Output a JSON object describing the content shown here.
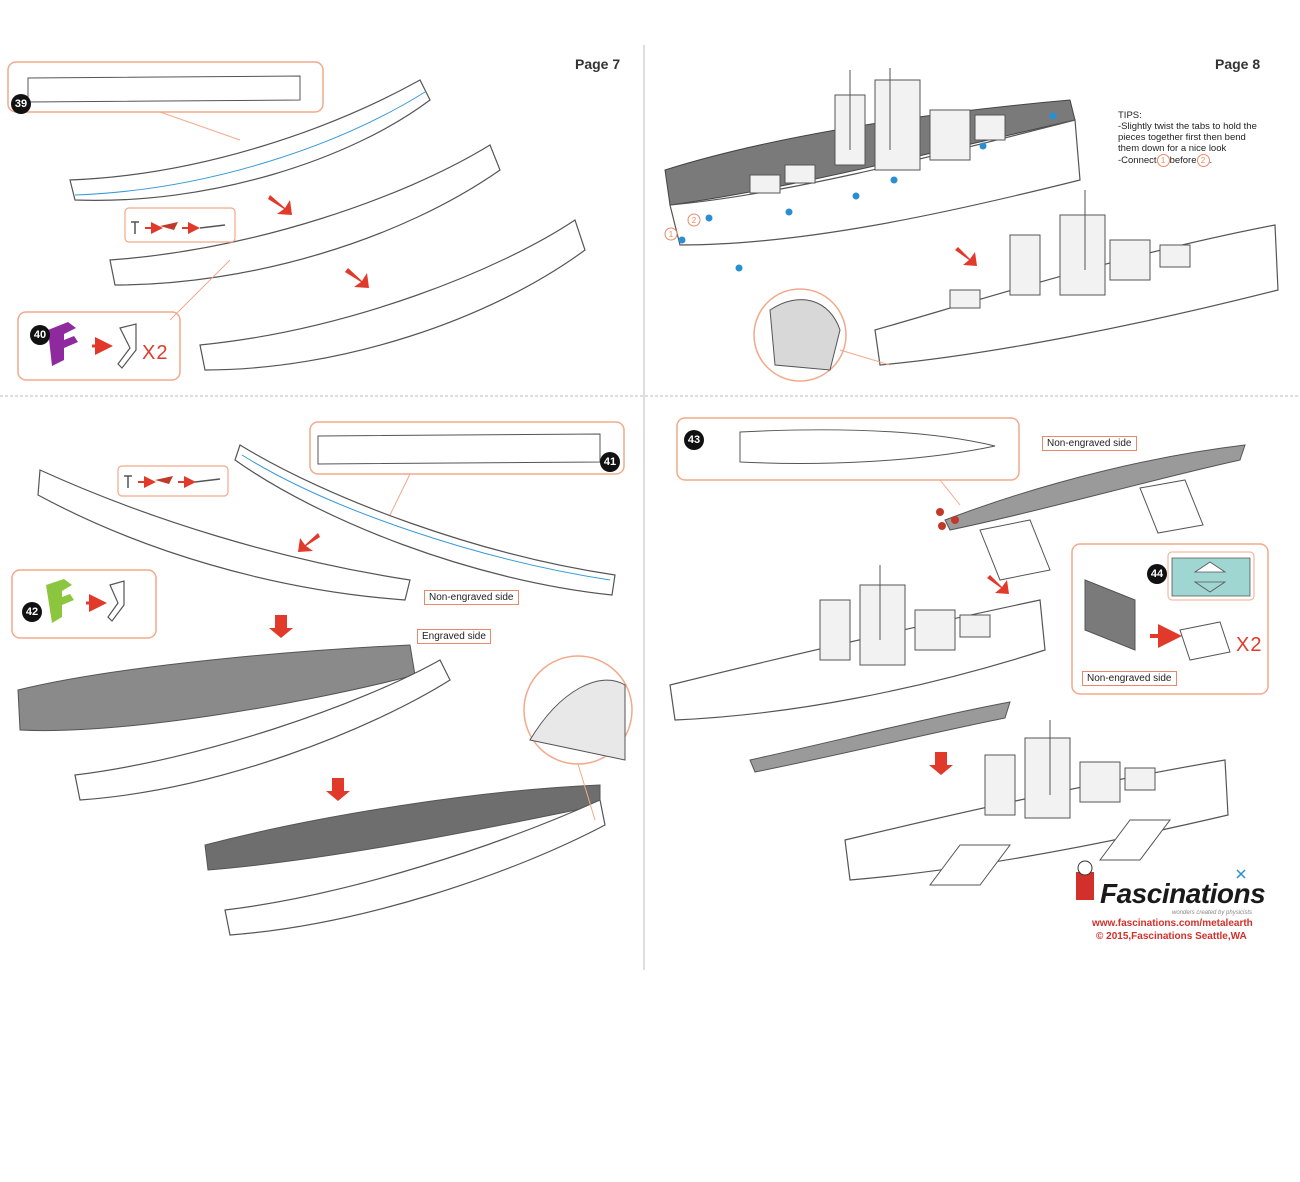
{
  "pages": {
    "left": "Page 7",
    "right": "Page 8"
  },
  "steps": [
    "39",
    "40",
    "41",
    "42",
    "43",
    "44"
  ],
  "labels": {
    "non_engraved": "Non-engraved side",
    "engraved": "Engraved side",
    "x2": "X2"
  },
  "tips": {
    "title": "TIPS:",
    "line1": "-Slightly twist the tabs to hold the",
    "line2": "pieces together first then bend",
    "line3": "them down for a nice look",
    "connect": "-Connect",
    "n1": "1",
    "before": "before",
    "n2": "2",
    "end": "."
  },
  "footer": {
    "brand": "Fascinations",
    "tagline": "wonders created by physicists",
    "url": "www.fascinations.com/metalearth",
    "copyright": "© 2015,Fascinations Seattle,WA"
  },
  "colors": {
    "callout_border": "#f2a98a",
    "arrow_red": "#e23a2a",
    "hull_grey": "#8a8a8a",
    "guide_blue": "#3a9ad9",
    "part_purple": "#8e2a9e",
    "part_green": "#8cc63f",
    "part_teal": "#9fd6d2"
  }
}
